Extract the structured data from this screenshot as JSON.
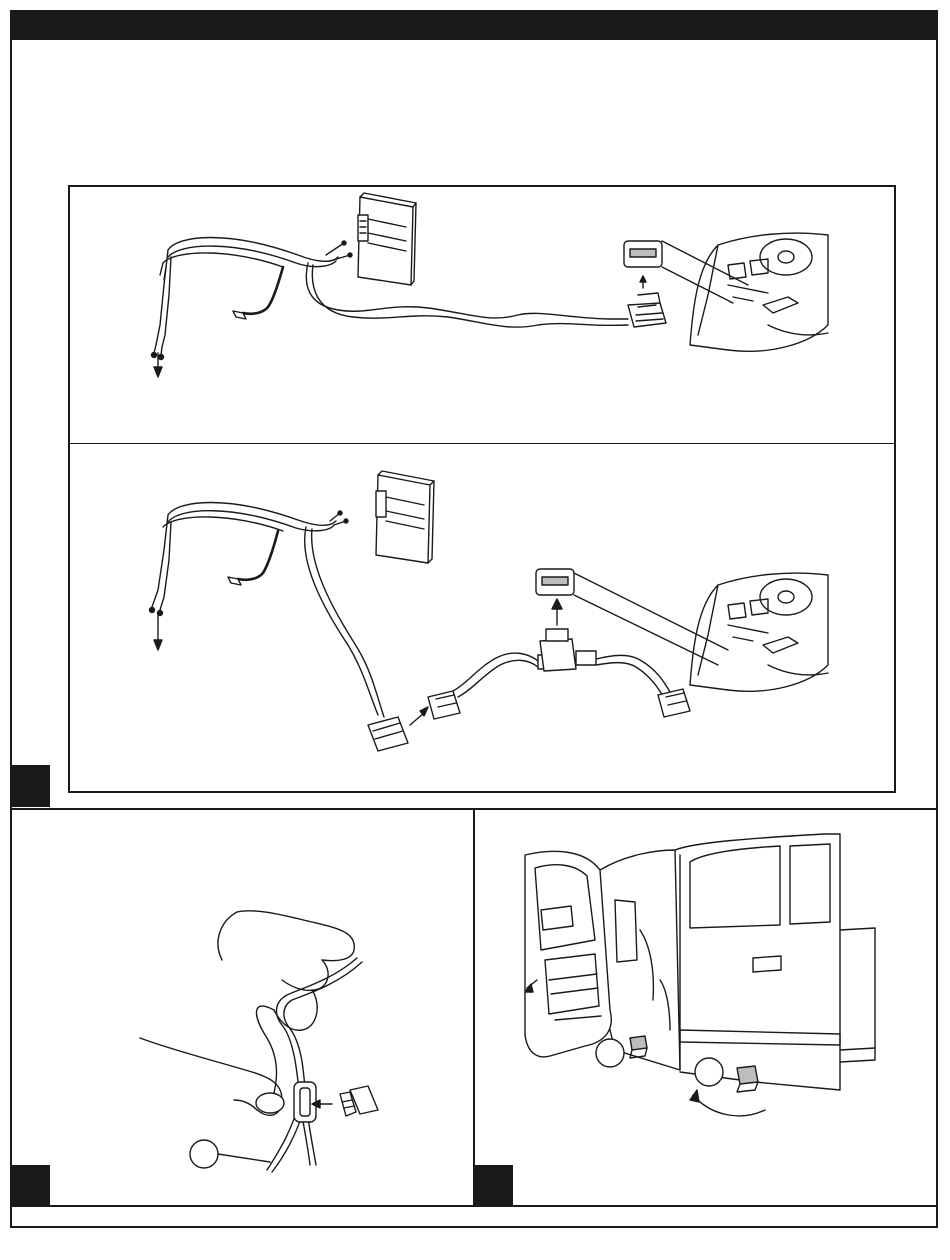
{
  "document": {
    "header_text": "",
    "step_tabs": [
      {
        "name": "step-tab-top",
        "label": ""
      },
      {
        "name": "step-tab-bottom-left",
        "label": ""
      },
      {
        "name": "step-tab-bottom-right",
        "label": ""
      }
    ]
  },
  "figures": {
    "module_wiring_a": {
      "icon": "wiring-harness-obd-connection-icon"
    },
    "module_wiring_b": {
      "icon": "wiring-harness-obd-splitter-icon"
    },
    "fuse_install": {
      "icon": "hand-inserting-fuse-tap-icon",
      "callout": ""
    },
    "truck_door": {
      "icon": "truck-open-door-running-board-icon",
      "callouts": [
        "",
        ""
      ]
    }
  }
}
